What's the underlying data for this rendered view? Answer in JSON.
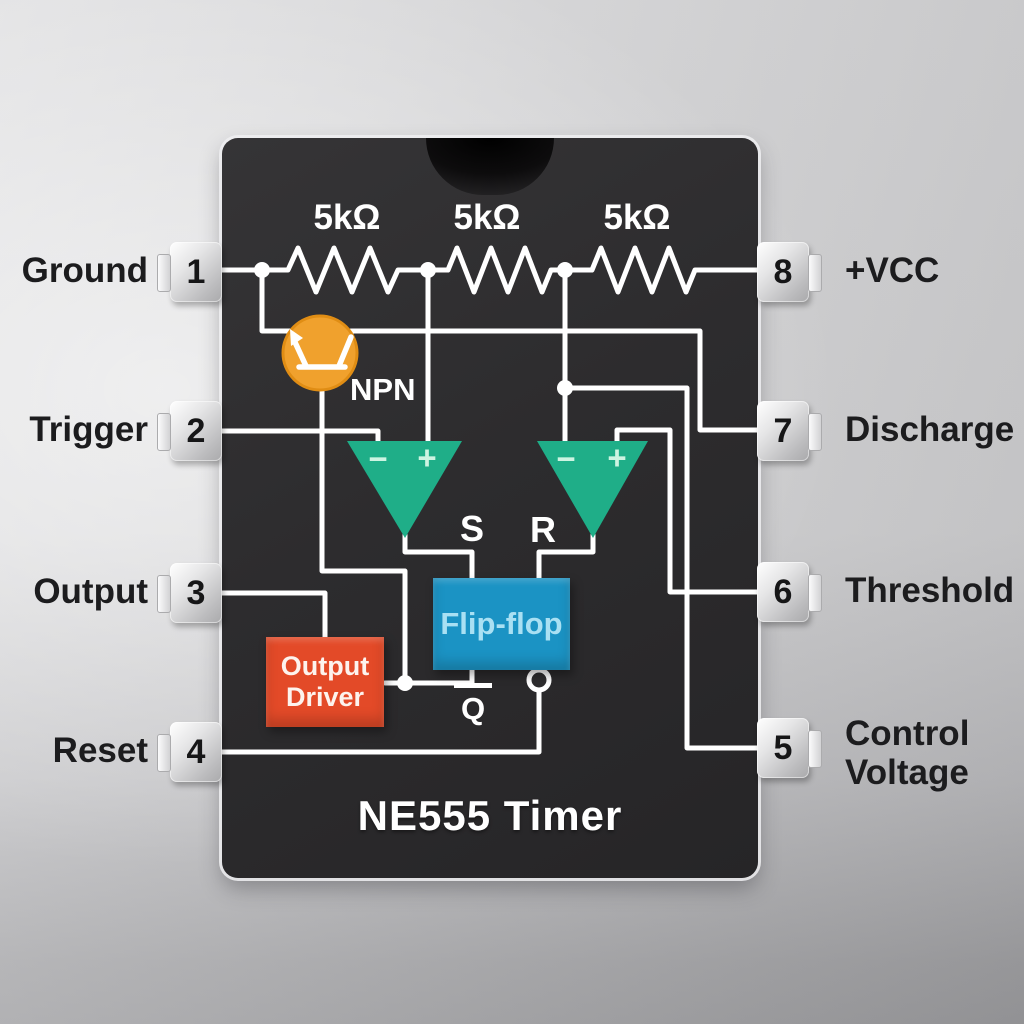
{
  "diagram": {
    "title": "NE555 Timer",
    "resistors": [
      {
        "label": "5kΩ"
      },
      {
        "label": "5kΩ"
      },
      {
        "label": "5kΩ"
      }
    ],
    "transistor": {
      "label": "NPN"
    },
    "comparators": [
      {
        "minus": "−",
        "plus": "+"
      },
      {
        "minus": "−",
        "plus": "+"
      }
    ],
    "flip_flop": {
      "label": "Flip-flop",
      "s_label": "S",
      "r_label": "R",
      "q_bar_label": "Q"
    },
    "output_driver": {
      "label": "Output Driver"
    }
  },
  "pins": {
    "left": [
      {
        "number": "1",
        "label": "Ground"
      },
      {
        "number": "2",
        "label": "Trigger"
      },
      {
        "number": "3",
        "label": "Output"
      },
      {
        "number": "4",
        "label": "Reset"
      }
    ],
    "right": [
      {
        "number": "8",
        "label": "+VCC"
      },
      {
        "number": "7",
        "label": "Discharge"
      },
      {
        "number": "6",
        "label": "Threshold"
      },
      {
        "number": "5",
        "label": "Control Voltage"
      }
    ]
  },
  "colors": {
    "chip": "#2d2c2e",
    "wire": "#ffffff",
    "transistor": "#f0a12d",
    "comparator": "#1fae88",
    "flipflop": "#1b93c4",
    "flipflop-text": "#a9e0f3",
    "driver": "#e34a28",
    "sign": "#cdf4e2",
    "pin-text": "#161617",
    "label-text": "#1c1c1e"
  }
}
